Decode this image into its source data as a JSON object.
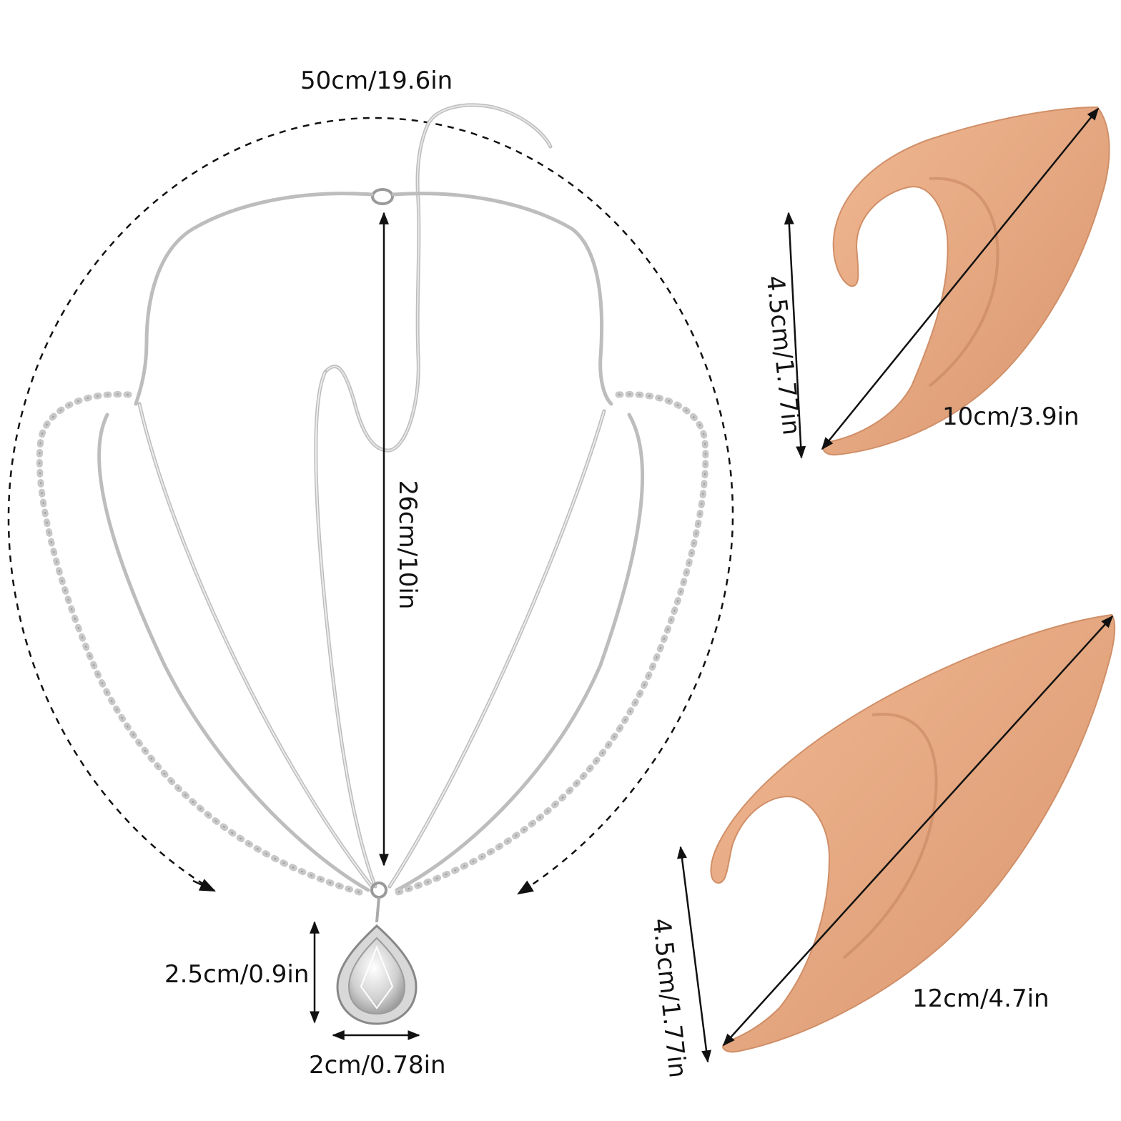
{
  "colors": {
    "background": "#ffffff",
    "silver": "#c4c4c4",
    "silver_dark": "#8e8e8e",
    "skin": "#e8a882",
    "skin_shadow": "#c98a64",
    "ink": "#111111"
  },
  "icons": {
    "chain_links": "chain-icon",
    "rhinestone": "gem-icon",
    "pendant": "teardrop-gem-icon",
    "ear": "elf-ear-icon",
    "arrow": "arrowhead-icon"
  },
  "headchain": {
    "width_label": "50cm/19.6in",
    "height_label": "26cm/10in",
    "pendant_height_label": "2.5cm/0.9in",
    "pendant_width_label": "2cm/0.78in"
  },
  "ear_small": {
    "height_label": "4.5cm/1.77in",
    "length_label": "10cm/3.9in"
  },
  "ear_large": {
    "height_label": "4.5cm/1.77in",
    "length_label": "12cm/4.7in"
  }
}
